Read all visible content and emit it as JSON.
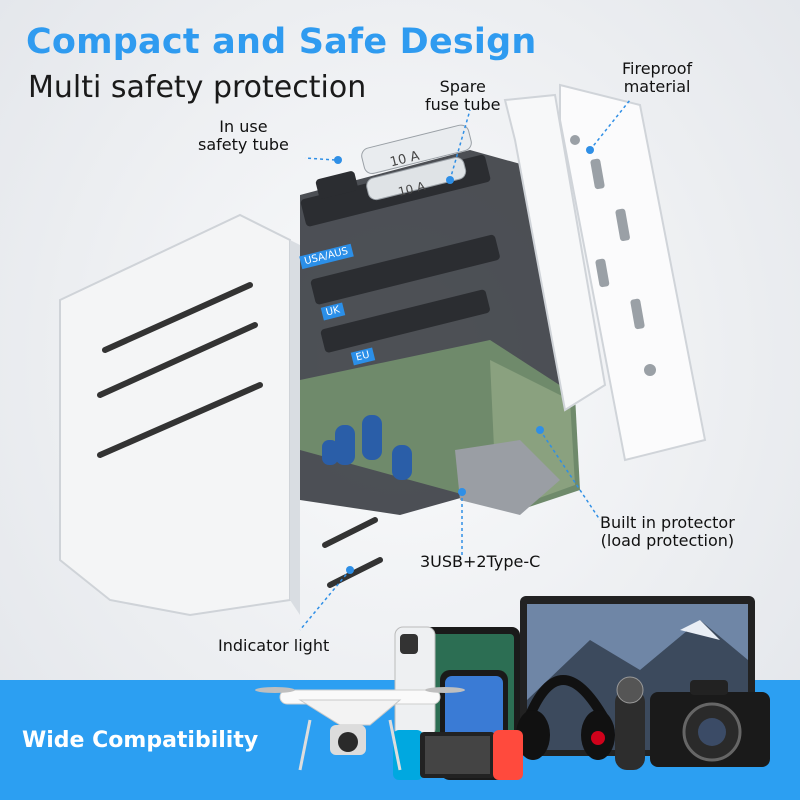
{
  "title": "Compact and Safe Design",
  "subtitle": "Multi safety protection",
  "callouts": {
    "spare_fuse_line1": "Spare",
    "spare_fuse_line2": "fuse tube",
    "fireproof_line1": "Fireproof",
    "fireproof_line2": "material",
    "in_use_line1": "In use",
    "in_use_line2": "safety tube",
    "protector_line1": "Built in protector",
    "protector_line2": "(load protection)",
    "usb": "3USB+2Type-C",
    "indicator": "Indicator light"
  },
  "plug_labels": {
    "usa": "USA/AUS",
    "uk": "UK",
    "eu": "EU"
  },
  "fuse_labels": {
    "upper": "10 A",
    "lower": "10 A"
  },
  "banner": {
    "text": "Wide Compatibility"
  },
  "colors": {
    "accent": "#2f9bf0",
    "band": "#2c9ff2"
  }
}
